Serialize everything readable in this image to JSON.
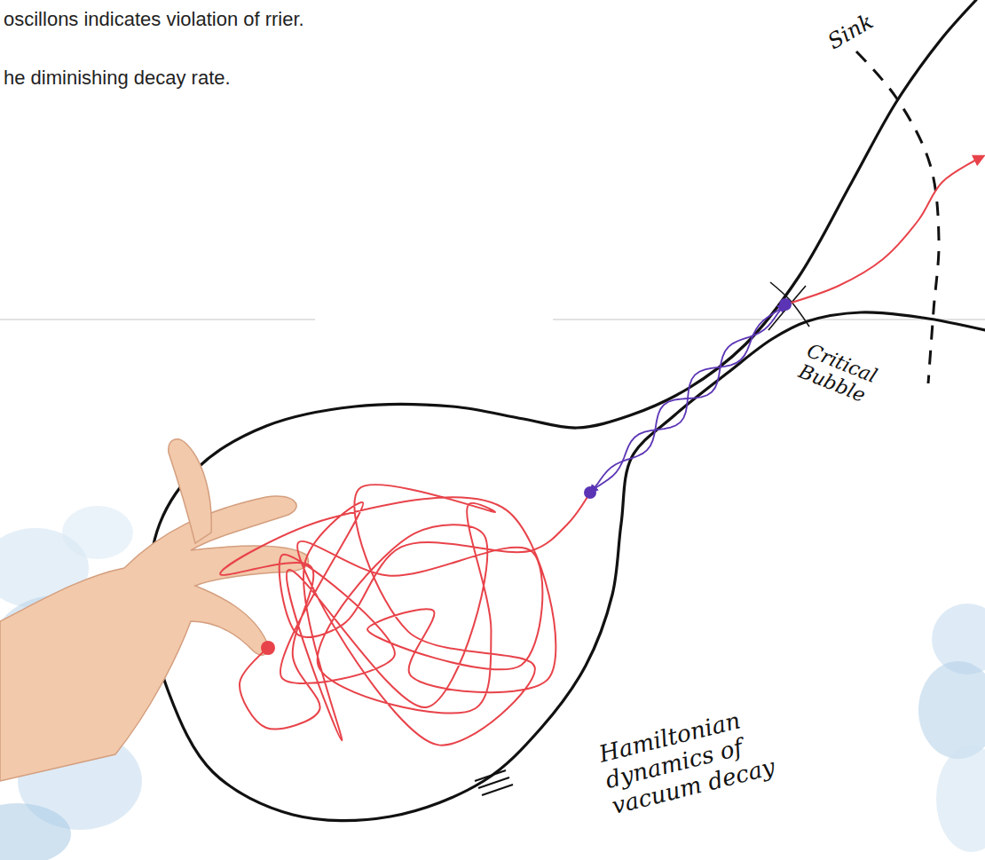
{
  "diagram": {
    "labels": [
      "oscillons indicates violation of rrier.",
      "he diminishing decay rate.",
      "Sink",
      "Critical Bubble",
      "Hamiltonian dynamics of vacuum decay"
    ]
  }
}
